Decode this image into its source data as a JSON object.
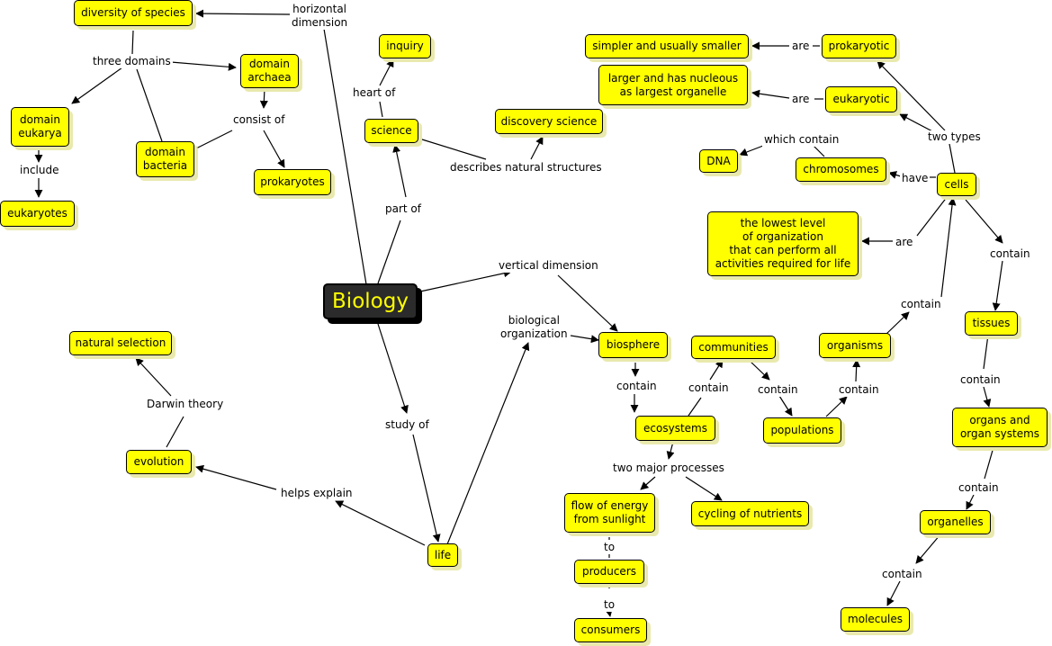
{
  "map": {
    "root": "Biology",
    "concepts": {
      "diversity": "diversity of species",
      "archaea": "domain\narchaea",
      "eukarya": "domain\neukarya",
      "bacteria": "domain\nbacteria",
      "eukaryotes": "eukaryotes",
      "prokaryotes": "prokaryotes",
      "inquiry": "inquiry",
      "science": "science",
      "discovery": "discovery science",
      "simpler": "simpler and usually smaller",
      "prokaryotic": "prokaryotic",
      "larger": "larger and has nucleous\nas largest organelle",
      "eukaryotic": "eukaryotic",
      "dna": "DNA",
      "chromosomes": "chromosomes",
      "cells": "cells",
      "lowest": "the lowest level\nof organization\nthat can perform all\nactivities required for life",
      "tissues": "tissues",
      "organs": "organs and\norgan systems",
      "organelles": "organelles",
      "molecules": "molecules",
      "natural_selection": "natural selection",
      "evolution": "evolution",
      "life": "life",
      "biosphere": "biosphere",
      "communities": "communities",
      "organisms": "organisms",
      "ecosystems": "ecosystems",
      "populations": "populations",
      "flow": "flow of energy\nfrom sunlight",
      "cycling": "cycling of nutrients",
      "producers": "producers",
      "consumers": "consumers"
    },
    "links": {
      "horizontal": "horizontal\ndimension",
      "three_domains": "three domains",
      "consist_of": "consist of",
      "include": "include",
      "heart_of": "heart of",
      "part_of": "part of",
      "describes": "describes natural structures",
      "are1": "are",
      "are2": "are",
      "two_types": "two types",
      "which_contain": "which contain",
      "have": "have",
      "are3": "are",
      "contain_cells": "contain",
      "contain_organisms": "contain",
      "contain_tissues": "contain",
      "contain_organs": "contain",
      "contain_organelles": "contain",
      "vertical": "vertical dimension",
      "bio_org": "biological\norganization",
      "contain_biosphere": "contain",
      "contain_ecosystems": "contain",
      "contain_communities": "contain",
      "contain_populations": "contain",
      "darwin": "Darwin theory",
      "study_of": "study of",
      "helps_explain": "helps explain",
      "two_processes": "two major processes",
      "to1": "to",
      "to2": "to"
    }
  }
}
